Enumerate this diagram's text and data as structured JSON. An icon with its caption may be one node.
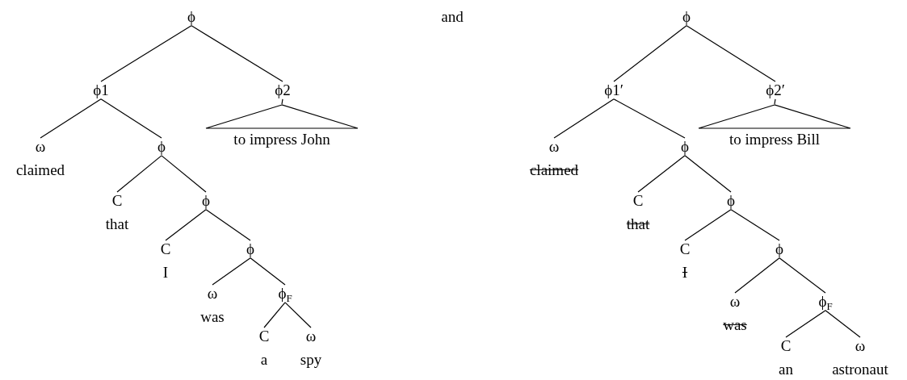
{
  "diagram": {
    "nodes": [
      {
        "text": [
          "ϕ"
        ]
      },
      {
        "text": [
          "ϕ1"
        ]
      },
      {
        "text": [
          "ϕ2"
        ]
      },
      {
        "text": [
          "to impress John"
        ]
      },
      {
        "text": [
          "ω",
          "claimed"
        ]
      },
      {
        "text": [
          "ϕ"
        ]
      },
      {
        "text": [
          "C",
          "that"
        ]
      },
      {
        "text": [
          "ϕ"
        ]
      },
      {
        "text": [
          "C",
          "I"
        ]
      },
      {
        "text": [
          "ϕ"
        ]
      },
      {
        "text": [
          "ω",
          "was"
        ]
      },
      {
        "text": [
          "ϕ$_{F}$"
        ]
      },
      {
        "text": [
          "C",
          "a"
        ]
      },
      {
        "text": [
          "ω",
          "spy"
        ]
      },
      {
        "text": [
          "ϕ"
        ]
      },
      {
        "text": [
          "ϕ1′"
        ]
      },
      {
        "text": [
          "ϕ2′"
        ]
      },
      {
        "text": [
          "to impress Bill"
        ]
      },
      {
        "text": [
          "ω",
          "claimed"
        ]
      },
      {
        "text": [
          "ϕ"
        ]
      },
      {
        "text": [
          "C",
          "that"
        ]
      },
      {
        "text": [
          "ϕ"
        ]
      },
      {
        "text": [
          "C",
          "I"
        ]
      },
      {
        "text": [
          "ϕ"
        ]
      },
      {
        "text": [
          "ω",
          "was"
        ]
      },
      {
        "text": [
          "ϕ$_{F}$"
        ]
      },
      {
        "text": [
          "C",
          "an"
        ]
      },
      {
        "text": [
          "ω",
          "astronaut"
        ]
      }
    ],
    "edges": [
      {
        "from": 0,
        "to": 1,
        "arrow": "none"
      },
      {
        "from": 0,
        "to": 2,
        "arrow": "none"
      },
      {
        "from": 2,
        "to": 3,
        "arrow": "none"
      },
      {
        "from": 1,
        "to": 4,
        "arrow": "none"
      },
      {
        "from": 1,
        "to": 5,
        "arrow": "none"
      },
      {
        "from": 5,
        "to": 6,
        "arrow": "none"
      },
      {
        "from": 5,
        "to": 7,
        "arrow": "none"
      },
      {
        "from": 7,
        "to": 8,
        "arrow": "none"
      },
      {
        "from": 7,
        "to": 9,
        "arrow": "none"
      },
      {
        "from": 9,
        "to": 10,
        "arrow": "none"
      },
      {
        "from": 9,
        "to": 11,
        "arrow": "none"
      },
      {
        "from": 11,
        "to": 12,
        "arrow": "none"
      },
      {
        "from": 11,
        "to": 13,
        "arrow": "none"
      },
      {
        "from": 14,
        "to": 15,
        "arrow": "none"
      },
      {
        "from": 14,
        "to": 16,
        "arrow": "none"
      },
      {
        "from": 16,
        "to": 17,
        "arrow": "none"
      },
      {
        "from": 15,
        "to": 18,
        "arrow": "none"
      },
      {
        "from": 15,
        "to": 19,
        "arrow": "none"
      },
      {
        "from": 19,
        "to": 20,
        "arrow": "none"
      },
      {
        "from": 19,
        "to": 21,
        "arrow": "none"
      },
      {
        "from": 21,
        "to": 22,
        "arrow": "none"
      },
      {
        "from": 21,
        "to": 23,
        "arrow": "none"
      },
      {
        "from": 23,
        "to": 24,
        "arrow": "none"
      },
      {
        "from": 23,
        "to": 25,
        "arrow": "none"
      },
      {
        "from": 25,
        "to": 26,
        "arrow": "none"
      },
      {
        "from": 25,
        "to": 27,
        "arrow": "none"
      }
    ],
    "labels": [
      "and"
    ]
  }
}
